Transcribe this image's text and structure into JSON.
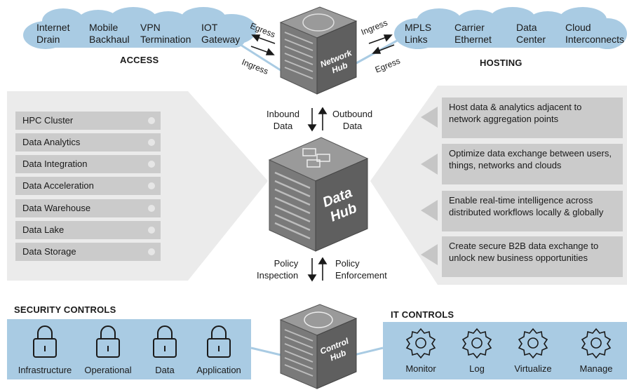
{
  "access": {
    "heading": "ACCESS",
    "clouds": [
      {
        "label": "Internet\nDrain"
      },
      {
        "label": "Mobile\nBackhaul"
      },
      {
        "label": "VPN\nTermination"
      },
      {
        "label": "IOT\nGateway"
      }
    ]
  },
  "hosting": {
    "heading": "HOSTING",
    "clouds": [
      {
        "label": "MPLS\nLinks"
      },
      {
        "label": "Carrier\nEthernet"
      },
      {
        "label": "Data\nCenter"
      },
      {
        "label": "Cloud\nInterconnects"
      }
    ]
  },
  "network_hub": {
    "label_line1": "Network",
    "label_line2": "Hub",
    "left_egress": "Egress",
    "left_ingress": "Ingress",
    "right_ingress": "Ingress",
    "right_egress": "Egress"
  },
  "data_flow": {
    "inbound": "Inbound\nData",
    "outbound": "Outbound\nData"
  },
  "data_hub": {
    "label_line1": "Data",
    "label_line2": "Hub"
  },
  "stack": {
    "items": [
      "HPC Cluster",
      "Data Analytics",
      "Data Integration",
      "Data Acceleration",
      "Data Warehouse",
      "Data Lake",
      "Data Storage"
    ]
  },
  "benefits": [
    "Host data & analytics adjacent to network aggregation points",
    "Optimize data exchange between users, things, networks and clouds",
    "Enable real-time intelligence across distributed workflows locally & globally",
    "Create secure B2B data exchange to unlock new business opportunities"
  ],
  "policy": {
    "inspection": "Policy\nInspection",
    "enforcement": "Policy\nEnforcement"
  },
  "control_hub": {
    "label_line1": "Control",
    "label_line2": "Hub"
  },
  "security_controls": {
    "heading": "SECURITY CONTROLS",
    "items": [
      "Infrastructure",
      "Operational",
      "Data",
      "Application"
    ]
  },
  "it_controls": {
    "heading": "IT CONTROLS",
    "items": [
      "Monitor",
      "Log",
      "Virtualize",
      "Manage"
    ]
  },
  "colors": {
    "cloud_blue": "#a9cbe3",
    "panel_blue": "#a9cbe3",
    "panel_gray": "#ebebeb",
    "item_gray": "#cbcbcb",
    "cube_dark": "#6e6e6e"
  }
}
